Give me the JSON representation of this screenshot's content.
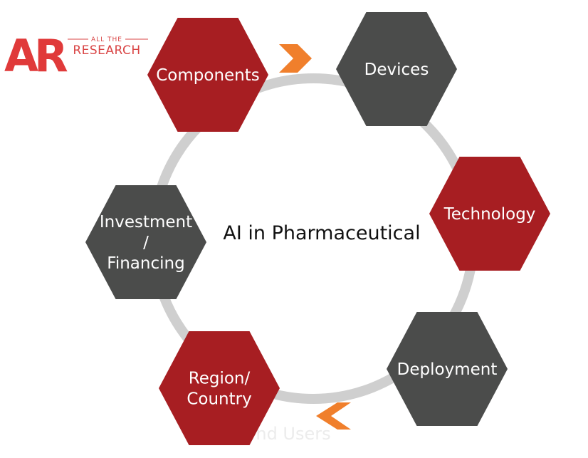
{
  "logo": {
    "mark": "AR",
    "line1": "ALL THE",
    "line2": "RESEARCH",
    "color": "#e03a3a"
  },
  "center_title": "AI in Pharmaceutical",
  "ghost_text": "nd Users",
  "colors": {
    "red": "#a71e22",
    "dark": "#4b4c4b",
    "ring": "#cfcfcf",
    "arrow": "#f07f2c"
  },
  "segments": [
    {
      "id": "components",
      "lines": [
        "Components"
      ],
      "color": "red"
    },
    {
      "id": "devices",
      "lines": [
        "Devices"
      ],
      "color": "dark"
    },
    {
      "id": "technology",
      "lines": [
        "Technology"
      ],
      "color": "red"
    },
    {
      "id": "deployment",
      "lines": [
        "Deployment"
      ],
      "color": "dark"
    },
    {
      "id": "region",
      "lines": [
        "Region/",
        "Country"
      ],
      "color": "red"
    },
    {
      "id": "investment",
      "lines": [
        "Investment",
        "/",
        "Financing"
      ],
      "color": "dark"
    }
  ]
}
